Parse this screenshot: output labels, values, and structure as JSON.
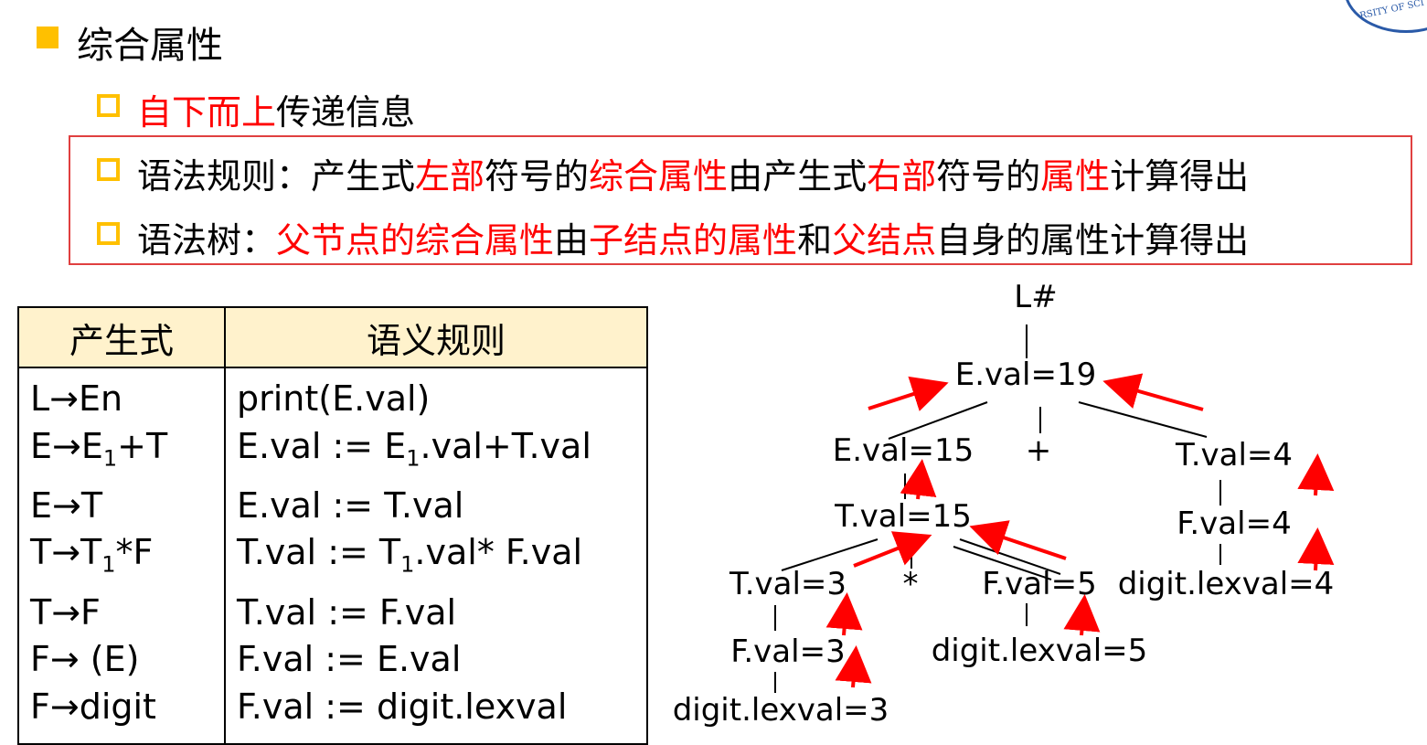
{
  "logo": {
    "text": "RSITY OF SCI"
  },
  "heading": {
    "text": "综合属性"
  },
  "bullet1": {
    "red": "自下而上",
    "rest": "传递信息"
  },
  "rule_line": {
    "p1": "语法规则：产生式",
    "p2": "左部",
    "p3": "符号的",
    "p4": "综合属性",
    "p5": "由产生式",
    "p6": "右部",
    "p7": "符号的",
    "p8": "属性",
    "p9": "计算得出"
  },
  "tree_line": {
    "p1": "语法树：",
    "p2": "父节点的综合属性",
    "p3": "由",
    "p4": "子结点的属性",
    "p5": "和",
    "p6": "父结点",
    "p7": "自身的属性计算得出"
  },
  "table": {
    "headers": [
      "产生式",
      "语义规则"
    ],
    "productions": [
      {
        "a": "L→En"
      },
      {
        "a": "E→E",
        "sub": "1",
        "b": "+T"
      },
      {
        "a": "E→T"
      },
      {
        "a": "T→T",
        "sub": "1",
        "b": "*F"
      },
      {
        "a": "T→F"
      },
      {
        "a": "F→ (E)"
      },
      {
        "a": "F→digit"
      }
    ],
    "rules": [
      {
        "a": "print(E.val)"
      },
      {
        "a": "E.val := E",
        "sub": "1",
        "b": ".val+T.val"
      },
      {
        "a": "E.val := T.val"
      },
      {
        "a": "T.val := T",
        "sub": "1",
        "b": ".val* F.val"
      },
      {
        "a": "T.val := F.val"
      },
      {
        "a": "F.val := E.val"
      },
      {
        "a": "F.val := digit.lexval"
      }
    ]
  },
  "tree": {
    "root": "L#",
    "e19": "E.val=19",
    "e15": "E.val=15",
    "plus": "+",
    "t4": "T.val=4",
    "t15": "T.val=15",
    "f4": "F.val=4",
    "t3": "T.val=3",
    "star": "*",
    "f5": "F.val=5",
    "d4": "digit.lexval=4",
    "f3": "F.val=3",
    "d5": "digit.lexval=5",
    "d3": "digit.lexval=3"
  },
  "colors": {
    "accent": "#ffc000",
    "highlight": "#ff0000",
    "header_fill": "#fff2cc",
    "frame": "#e04040"
  }
}
